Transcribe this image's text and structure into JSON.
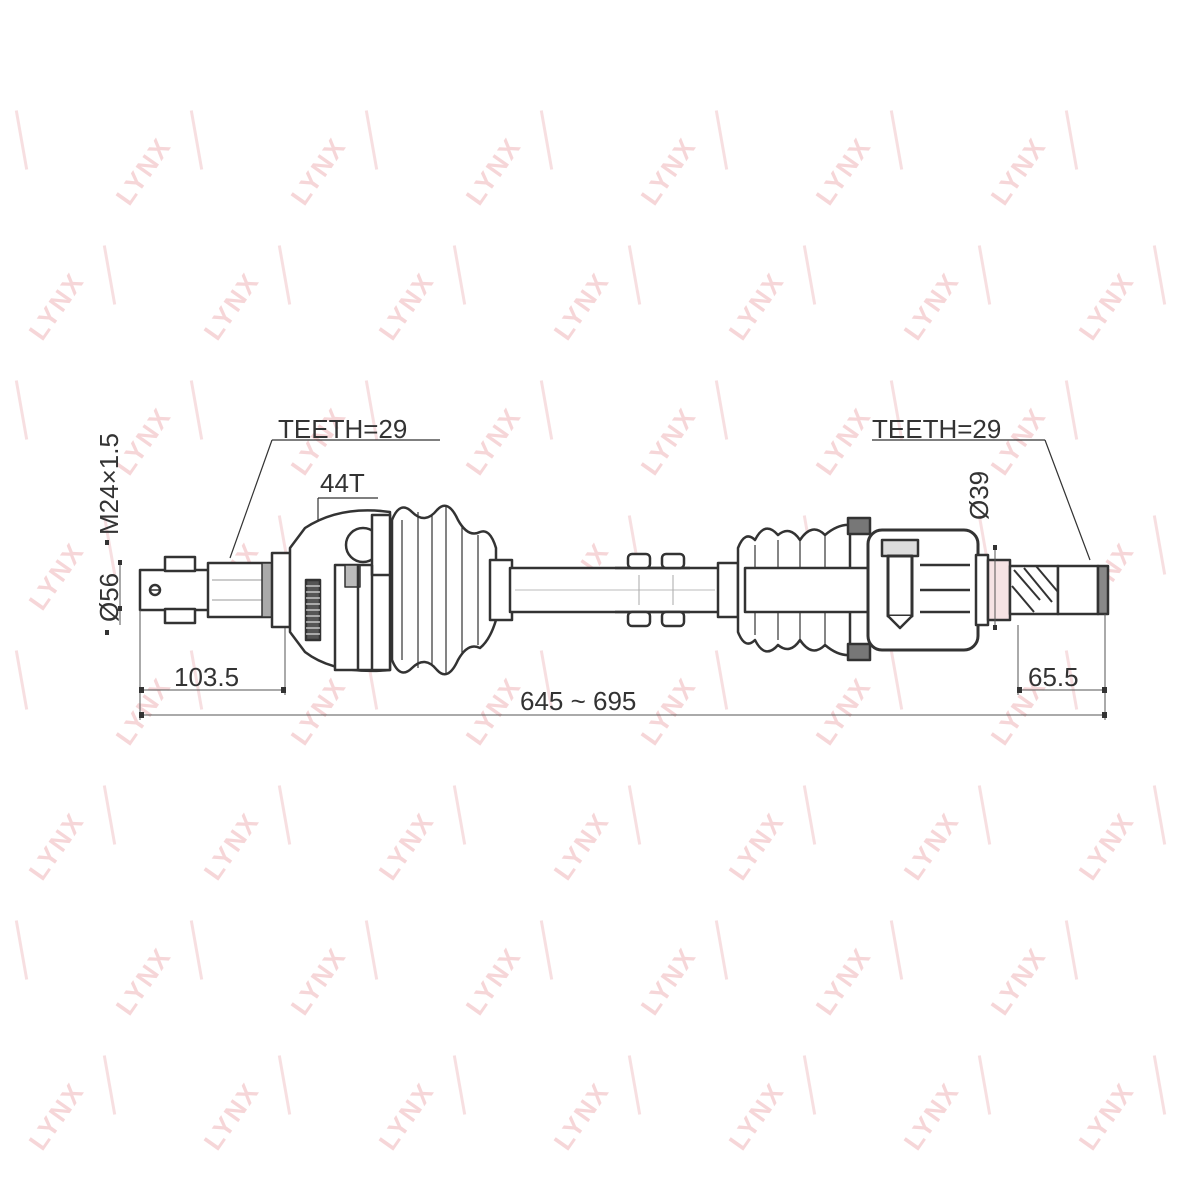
{
  "drawing": {
    "subject": "CV drive shaft assembly",
    "watermark": {
      "text": "LYNX",
      "color": "#f3c9cc"
    },
    "line_color": "#333333",
    "labels": {
      "left_spline": "TEETH=29",
      "abs_ring": "44T",
      "right_spline": "TEETH=29",
      "left_diameter": "Ø56",
      "left_thread": "M24×1.5",
      "right_diameter": "Ø39",
      "left_length": "103.5",
      "total_length": "645 ~ 695",
      "right_length": "65.5"
    }
  }
}
